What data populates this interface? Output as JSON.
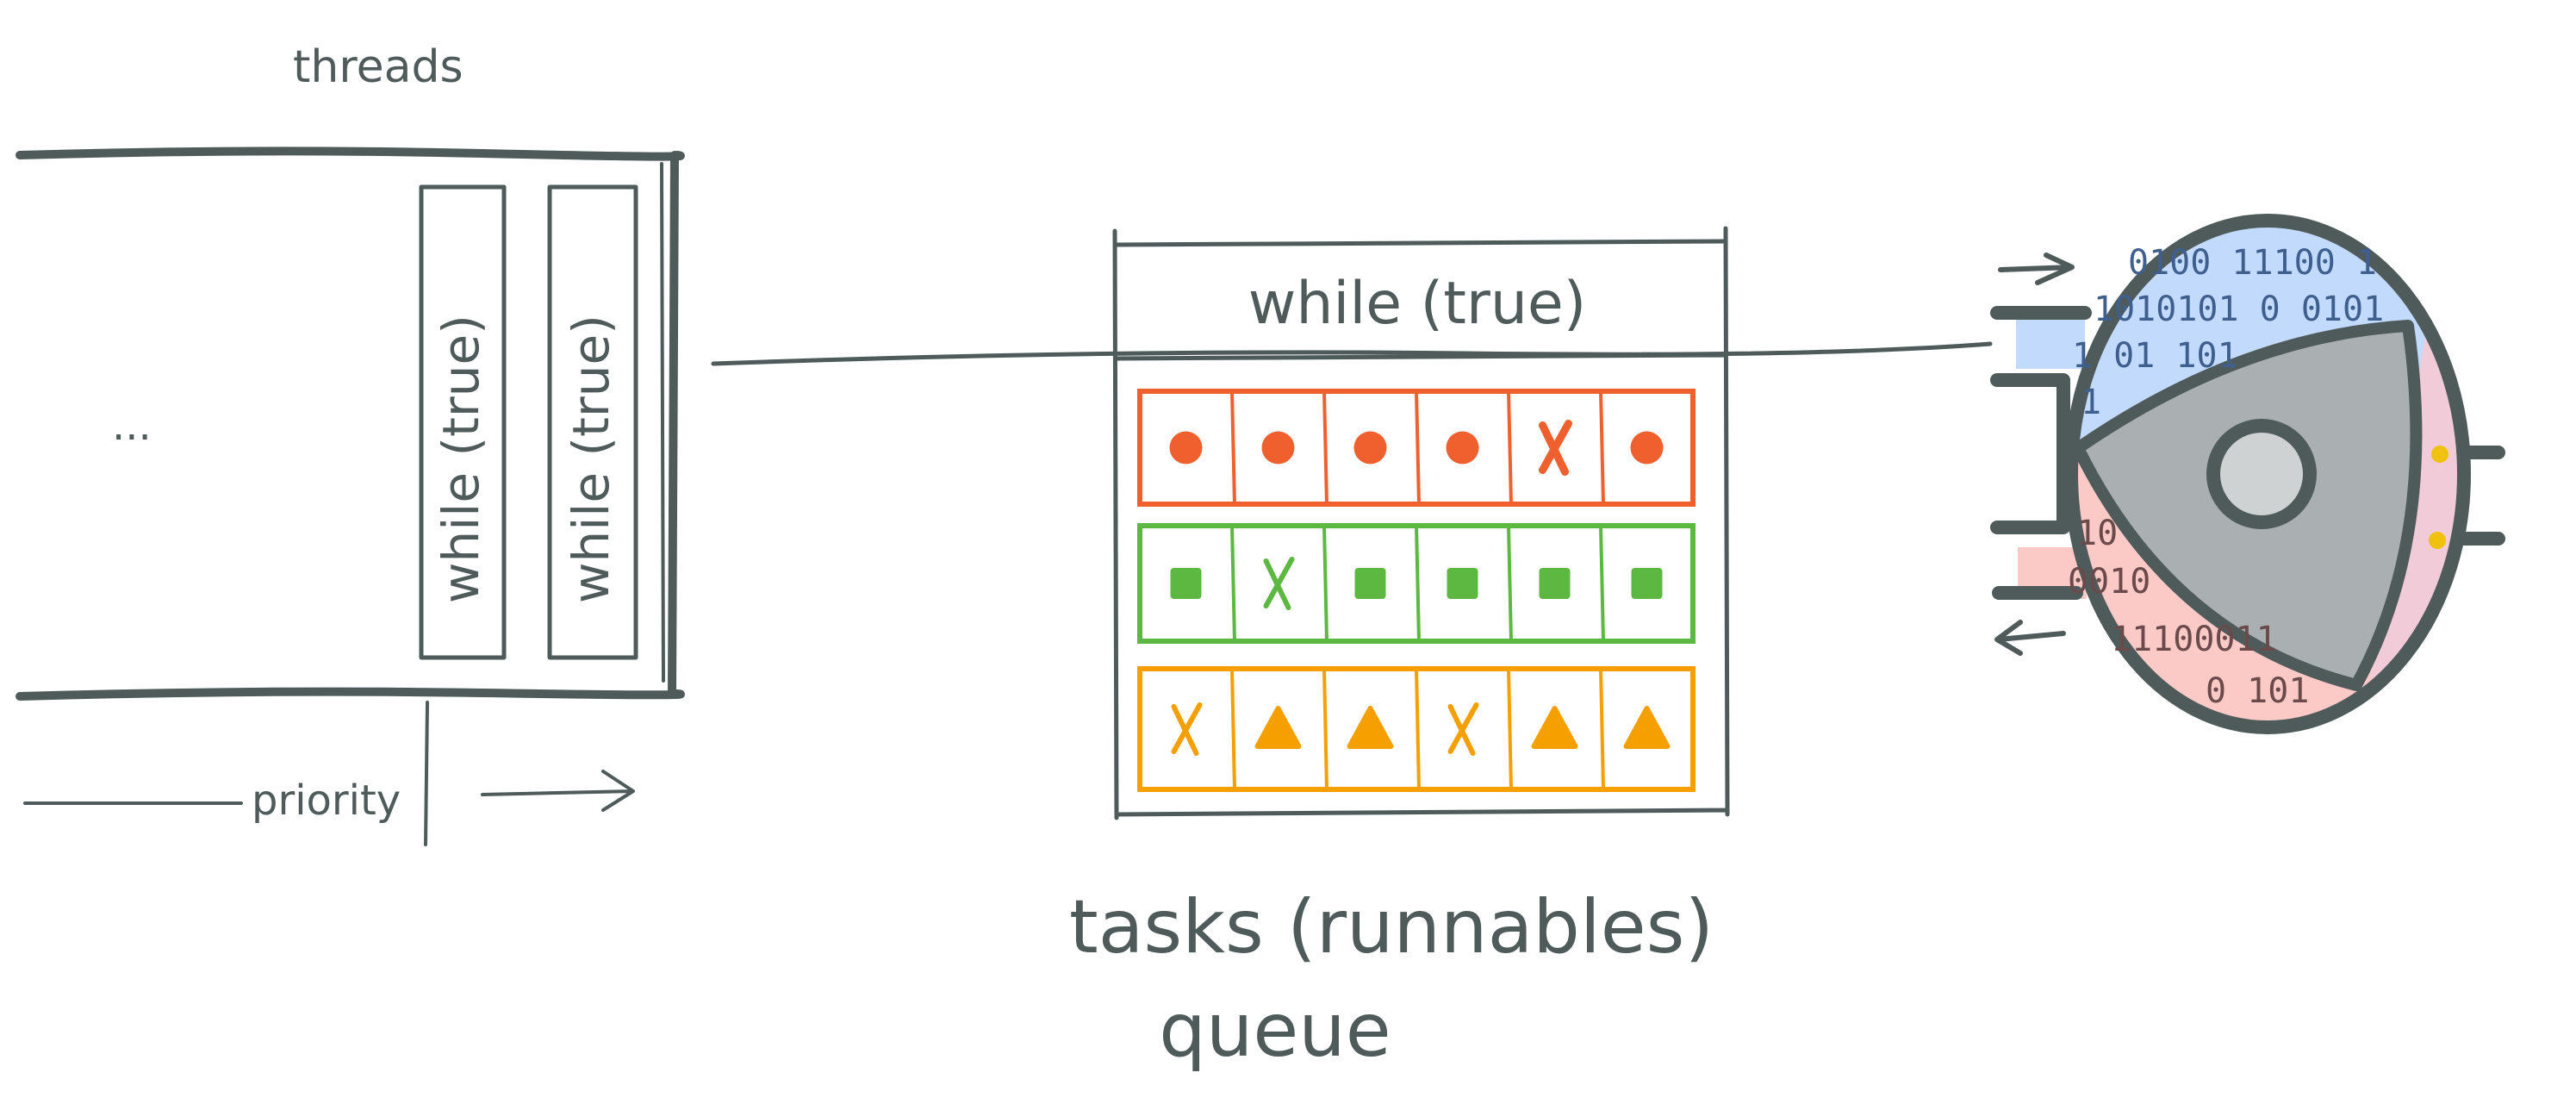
{
  "threads": {
    "title": "threads",
    "ellipsis": "...",
    "loop_labels": [
      "while (true)",
      "while (true)"
    ],
    "axis_label": "priority"
  },
  "queue": {
    "header": "while (true)",
    "caption_line1": "tasks  (runnables)",
    "caption_line2": "queue",
    "rows": [
      {
        "color": "#f0602f",
        "shape": "circle",
        "cells": [
          "circle",
          "circle",
          "circle",
          "circle",
          "x",
          "circle"
        ]
      },
      {
        "color": "#5cb840",
        "shape": "square",
        "cells": [
          "square",
          "x",
          "square",
          "square",
          "square",
          "square"
        ]
      },
      {
        "color": "#f5a000",
        "shape": "triangle",
        "cells": [
          "x",
          "triangle",
          "triangle",
          "x",
          "triangle",
          "triangle"
        ]
      }
    ]
  },
  "engine": {
    "intake_bits": [
      "0100 11100 1",
      "1010101 0 0101",
      "1 01 101",
      "1"
    ],
    "exhaust_bits": [
      "10",
      "0010",
      "11100011",
      "0 101"
    ],
    "colors": {
      "intake": "#c2dafc",
      "exhaust": "#fbcac6",
      "rotor": "#aaafb1",
      "chamber": "#f2cbd8",
      "spark": "#f0c20f"
    }
  },
  "colors": {
    "ink": "#4f5b5b"
  }
}
